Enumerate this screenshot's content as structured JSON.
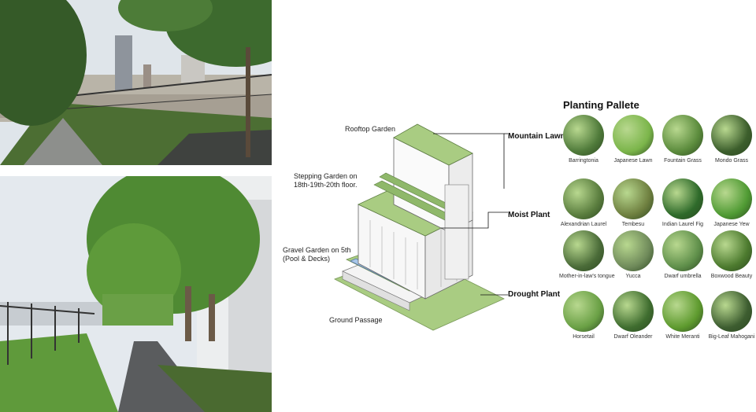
{
  "diagram": {
    "labels": {
      "rooftop": "Rooftop Garden",
      "stepping_1": "Stepping Garden on",
      "stepping_2": "18th-19th-20th floor.",
      "gravel_1": "Gravel Garden on 5th",
      "gravel_2": "(Pool & Decks)",
      "ground": "Ground Passage"
    },
    "callouts": {
      "mountain": "Mountain Lawn",
      "moist": "Moist Plant",
      "drought": "Drought Plant"
    }
  },
  "palette": {
    "title": "Planting Pallete",
    "plants": [
      {
        "name": "Barringtonia",
        "color": "#4f7a3a"
      },
      {
        "name": "Japanese Lawn",
        "color": "#7bb54a"
      },
      {
        "name": "Fountain Grass",
        "color": "#5b8b3c"
      },
      {
        "name": "Mondo Grass",
        "color": "#3c5e2c"
      },
      {
        "name": "Alexandrian Laurel",
        "color": "#5a7d3e"
      },
      {
        "name": "Tembesu",
        "color": "#6e7f3f"
      },
      {
        "name": "Indian Laurel Fig",
        "color": "#2e6a2a"
      },
      {
        "name": "Japanese Yew",
        "color": "#4f9a33"
      },
      {
        "name": "Mother-in-law's tongue",
        "color": "#4a6b38"
      },
      {
        "name": "Yucca",
        "color": "#6f8a5a"
      },
      {
        "name": "Dwarf umbrella",
        "color": "#5f8f4a"
      },
      {
        "name": "Boxwood Beauty",
        "color": "#4c7a2e"
      },
      {
        "name": "Horsetail",
        "color": "#6aa045"
      },
      {
        "name": "Dwarf Oleander",
        "color": "#3f6d2f"
      },
      {
        "name": "White Meranti",
        "color": "#5e9a2e"
      },
      {
        "name": "Big-Leaf Mahogani",
        "color": "#3d5d30"
      }
    ]
  },
  "colors": {
    "green": "#a9cc82",
    "pool": "#a8c6e8",
    "sky": "#cfd7e0"
  }
}
